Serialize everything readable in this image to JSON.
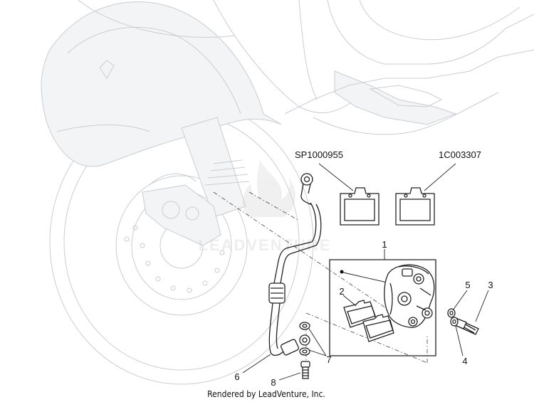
{
  "labels": {
    "sp": "SP1000955",
    "c1": "1C003307",
    "n1": "1",
    "n2": "2",
    "n3": "3",
    "n4": "4",
    "n5": "5",
    "n6": "6",
    "n7": "7",
    "n8": "8"
  },
  "watermark": "LEADVENTURE",
  "caption": "Rendered by LeadVenture, Inc."
}
